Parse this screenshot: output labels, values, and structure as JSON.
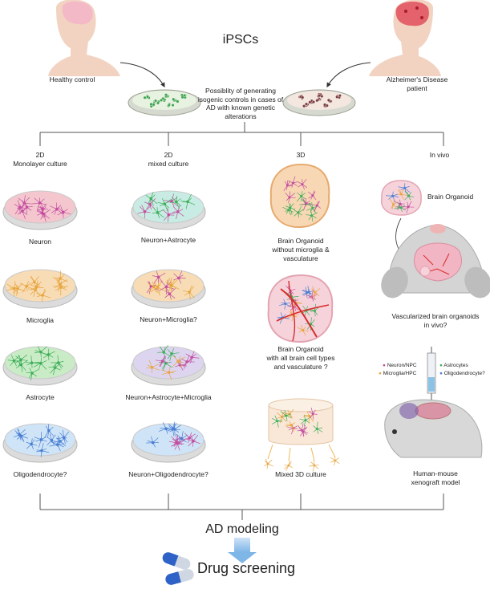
{
  "header": {
    "ipscs": "iPSCs",
    "healthy_label": "Healthy control",
    "ad_label_line1": "Alzheimer's Disease",
    "ad_label_line2": "patient",
    "isogenic_note": [
      "Possiblity of generating",
      "isogenic controls in cases of",
      "AD with known genetic",
      "alterations"
    ]
  },
  "columns": {
    "col2d": {
      "title_line1": "2D",
      "title_line2": "Monolayer culture",
      "items": [
        "Neuron",
        "Microglia",
        "Astrocyte",
        "Oligodendrocyte?"
      ]
    },
    "col2dmixed": {
      "title_line1": "2D",
      "title_line2": "mixed culture",
      "items": [
        "Neuron+Astrocyte",
        "Neuron+Microglia?",
        "Neuron+Astrocyte+Microglia",
        "Neuron+Oligodendrocyte?"
      ]
    },
    "col3d": {
      "title": "3D",
      "organoid1": [
        "Brain Organoid",
        "without microglia &",
        "vasculature"
      ],
      "organoid2": [
        "Brain Organoid",
        "with all brain cell types",
        "and vasculature ?"
      ],
      "mixed": "Mixed 3D culture"
    },
    "colvivo": {
      "title": "In vivo",
      "organoid_label": "Brain Organoid",
      "vascularized": [
        "Vascularized brain organoids",
        "in vivo?"
      ],
      "legend": {
        "neuron": "Neuron/NPC",
        "microglia": "Microglia/HPC",
        "astrocytes": "Astrocytes",
        "oligo": "Oligodendrocyte?"
      },
      "xenograft": [
        "Human-mouse",
        "xenograft model"
      ]
    }
  },
  "footer": {
    "ad_modeling": "AD modeling",
    "drug_screening": "Drug screening"
  },
  "colors": {
    "neuron": "#c44fa0",
    "microglia": "#e8a640",
    "astrocyte": "#3fae5a",
    "oligo": "#4a7fd4",
    "dish_pink": "#f4c7cf",
    "dish_orange": "#f7dcb5",
    "dish_green": "#c9ecc6",
    "dish_blue": "#cfe4f7",
    "dish_teal": "#c8ece3",
    "dish_lavender": "#ddd5f0",
    "line": "#555555"
  }
}
